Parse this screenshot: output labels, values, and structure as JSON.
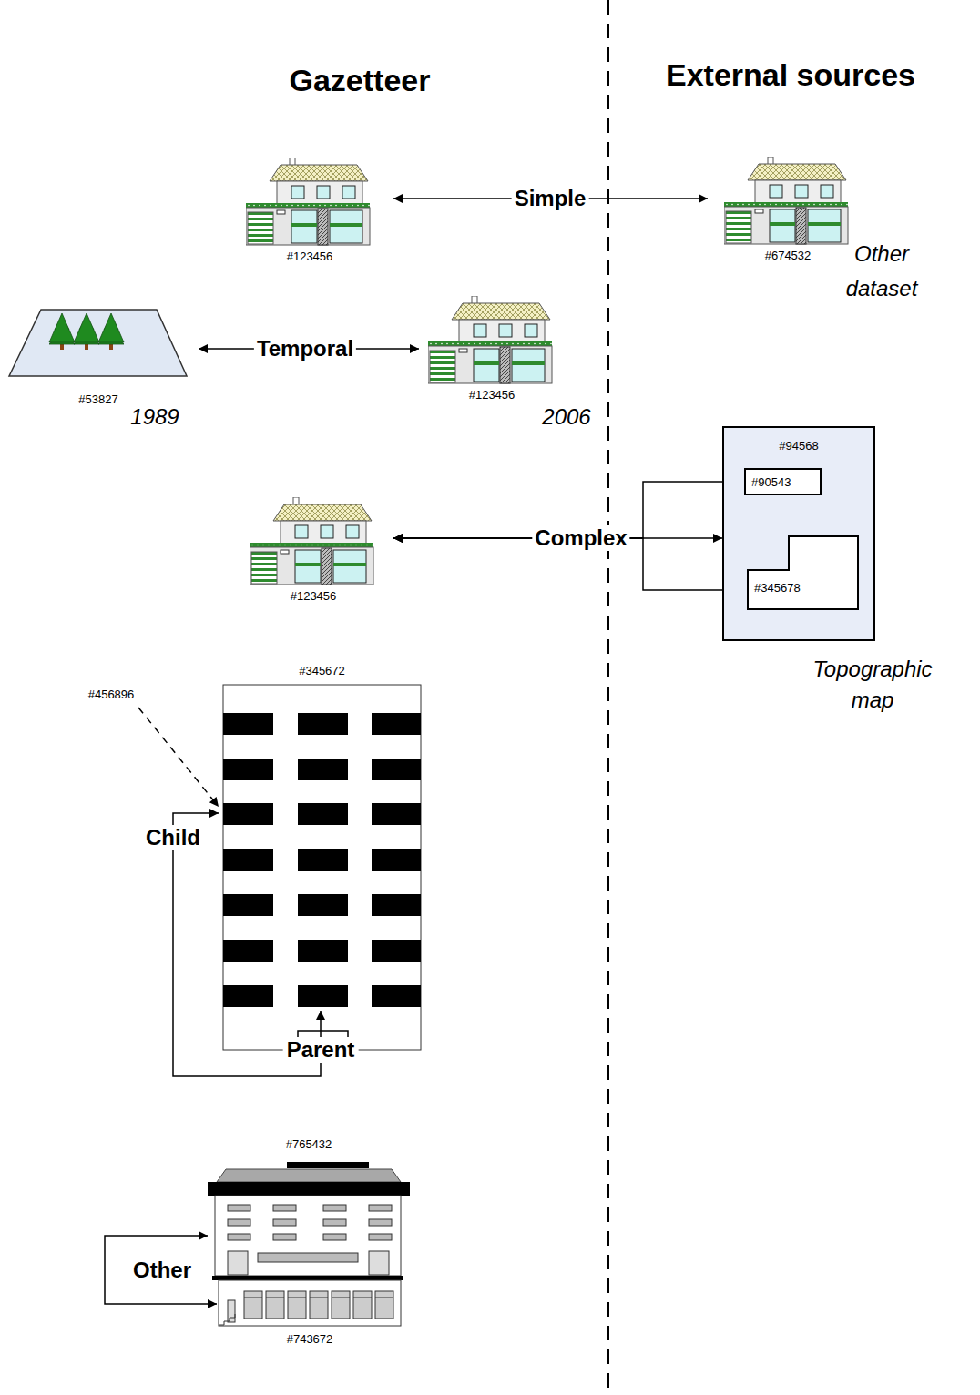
{
  "diagram": {
    "nodes": [
      {
        "text": [
          "#123456"
        ]
      },
      {
        "text": [
          "#674532"
        ]
      },
      {
        "text": [
          "#53827"
        ]
      },
      {
        "text": [
          "#123456"
        ]
      },
      {
        "text": [
          "#94568"
        ]
      },
      {
        "text": [
          "#90543"
        ],
        "in": 4
      },
      {
        "text": [
          "#345678"
        ],
        "in": 4
      },
      {
        "text": [
          "#123456"
        ]
      },
      {
        "text": [
          "#345672"
        ]
      },
      {
        "text": [
          "#765432"
        ]
      },
      {
        "text": [
          "#743672"
        ]
      }
    ],
    "edges": [
      {
        "from": 0,
        "to": 1,
        "arrow": "both",
        "label": "Simple"
      },
      {
        "from": 2,
        "to": 3,
        "arrow": "both",
        "label": "Temporal"
      },
      {
        "from": 7,
        "to": 5,
        "arrow": "both",
        "label": "Complex"
      },
      {
        "from": 7,
        "to": 4,
        "arrow": "both"
      },
      {
        "from": 7,
        "to": 6,
        "arrow": "both"
      },
      {
        "from": 9,
        "to": 10,
        "arrow": "both",
        "label": "Other"
      }
    ],
    "labels": [
      "Gazetteer",
      "External sources",
      "Other dataset",
      "1989",
      "2006",
      "Topographic map",
      "#456896",
      "Child",
      "Parent"
    ]
  }
}
